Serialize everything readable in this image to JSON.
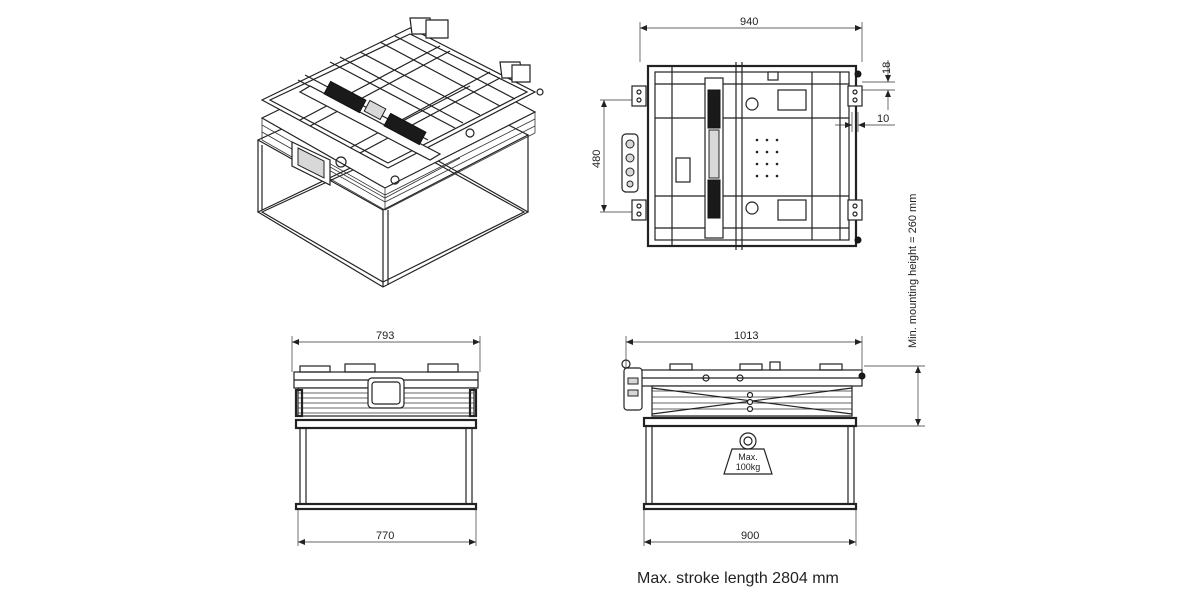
{
  "dimensions": {
    "top_width": "940",
    "top_depth": "480",
    "right_offset_18": "18",
    "right_offset_10": "10",
    "front_top_width": "793",
    "front_bottom_width": "770",
    "side_top_width": "1013",
    "side_bottom_width": "900"
  },
  "labels": {
    "min_mounting_height": "Min. mounting height = 260 mm",
    "max_load_line1": "Max.",
    "max_load_line2": "100kg"
  },
  "caption": "Max. stroke length 2804 mm"
}
